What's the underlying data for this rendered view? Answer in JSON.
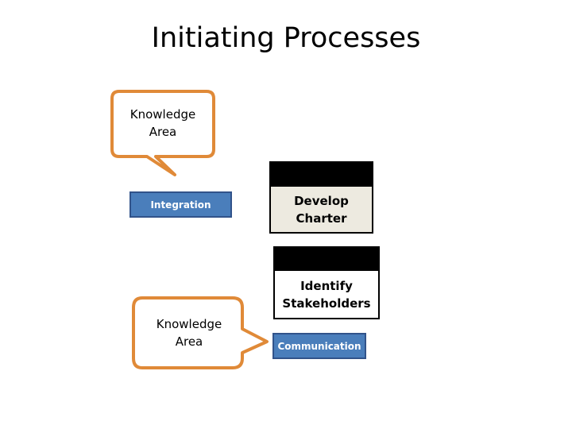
{
  "slide": {
    "title": "Initiating Processes",
    "accent_orange": "#e08a38",
    "accent_blue": "#4a7ebb",
    "accent_blue_border": "#31538a",
    "header_black": "#000000",
    "charter_body_cream": "#edeae0",
    "stakeholder_body_white": "#ffffff",
    "background": "#ffffff"
  },
  "callouts": [
    {
      "id": "callout-top",
      "line1": "Knowledge",
      "line2": "Area",
      "points_to": "Integration"
    },
    {
      "id": "callout-bottom",
      "line1": "Knowledge",
      "line2": "Area",
      "points_to": "Communication"
    }
  ],
  "knowledge_area_boxes": [
    {
      "id": "integration",
      "label": "Integration"
    },
    {
      "id": "communication",
      "label": "Communication"
    }
  ],
  "process_boxes": [
    {
      "id": "develop-charter",
      "line1": "Develop",
      "line2": "Charter"
    },
    {
      "id": "identify-stakeholders",
      "line1": "Identify",
      "line2": "Stakeholders"
    }
  ]
}
